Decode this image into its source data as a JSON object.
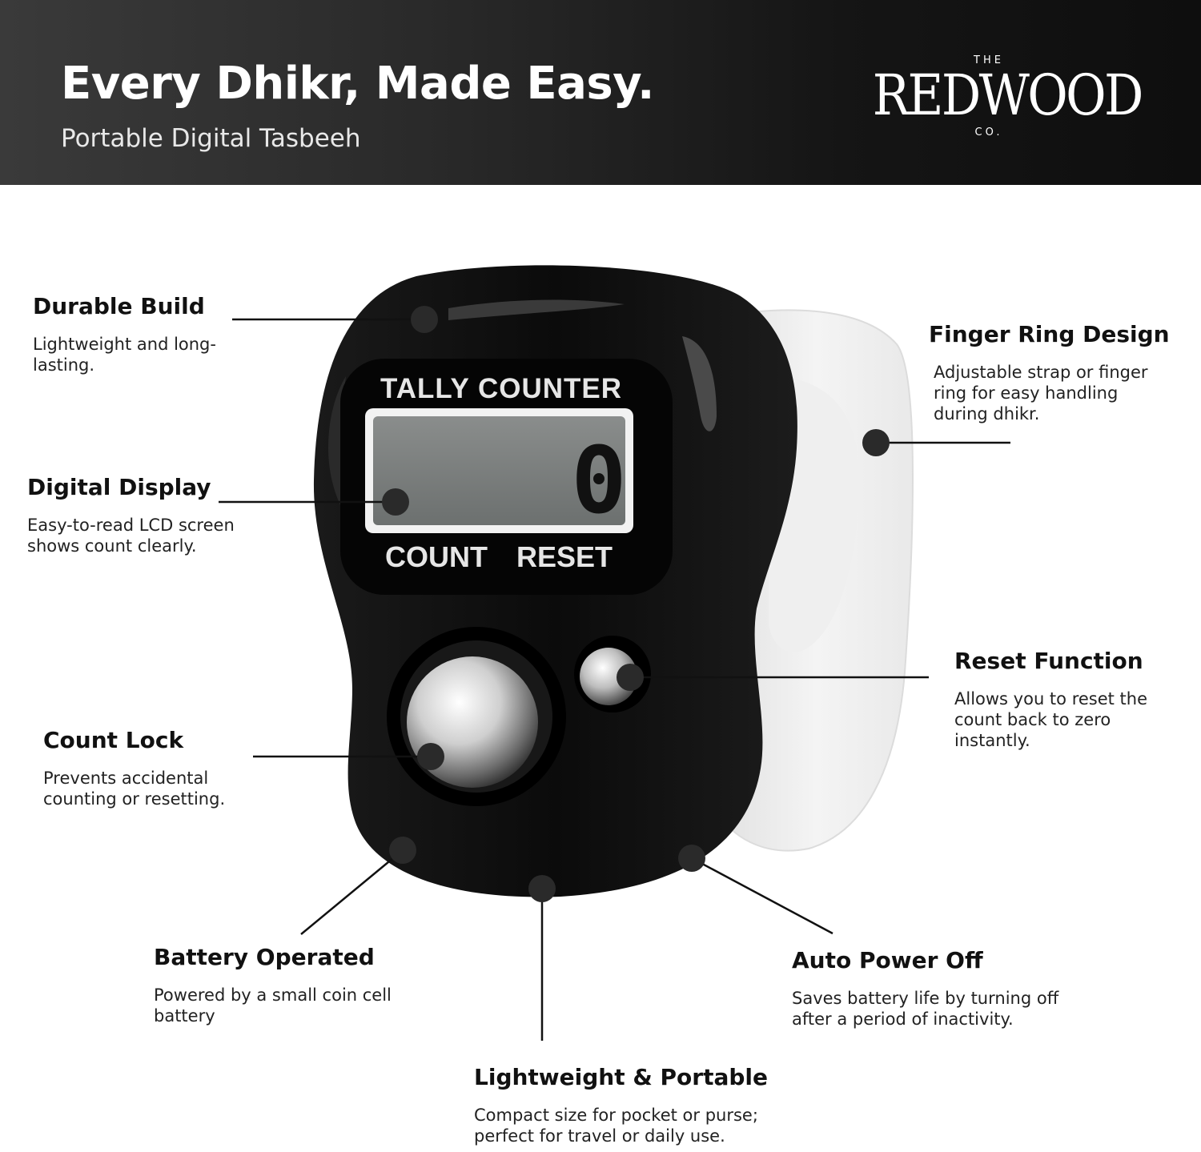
{
  "header": {
    "headline": "Every Dhikr, Made Easy.",
    "subheadline": "Portable Digital Tasbeeh"
  },
  "logo": {
    "the": "THE",
    "name": "REDWOOD",
    "co": "CO."
  },
  "device": {
    "top_label": "TALLY COUNTER",
    "count_label": "COUNT",
    "reset_label": "RESET",
    "display_value": "0"
  },
  "features": {
    "durable_build": {
      "title": "Durable Build",
      "desc": "Lightweight and long-lasting."
    },
    "digital_display": {
      "title": "Digital Display",
      "desc": "Easy-to-read LCD screen shows count clearly."
    },
    "count_lock": {
      "title": "Count Lock",
      "desc": "Prevents accidental counting or resetting."
    },
    "finger_ring": {
      "title": "Finger Ring Design",
      "desc": "Adjustable strap or finger ring for easy handling during dhikr."
    },
    "reset_function": {
      "title": "Reset Function",
      "desc": "Allows you to reset the count back to zero instantly."
    },
    "battery": {
      "title": "Battery Operated",
      "desc": "Powered by a small coin cell battery"
    },
    "lightweight": {
      "title": "Lightweight & Portable",
      "desc": "Compact size for pocket or purse; perfect for travel or daily use."
    },
    "auto_power": {
      "title": "Auto Power Off",
      "desc": "Saves battery life by turning off after a period of inactivity."
    }
  }
}
